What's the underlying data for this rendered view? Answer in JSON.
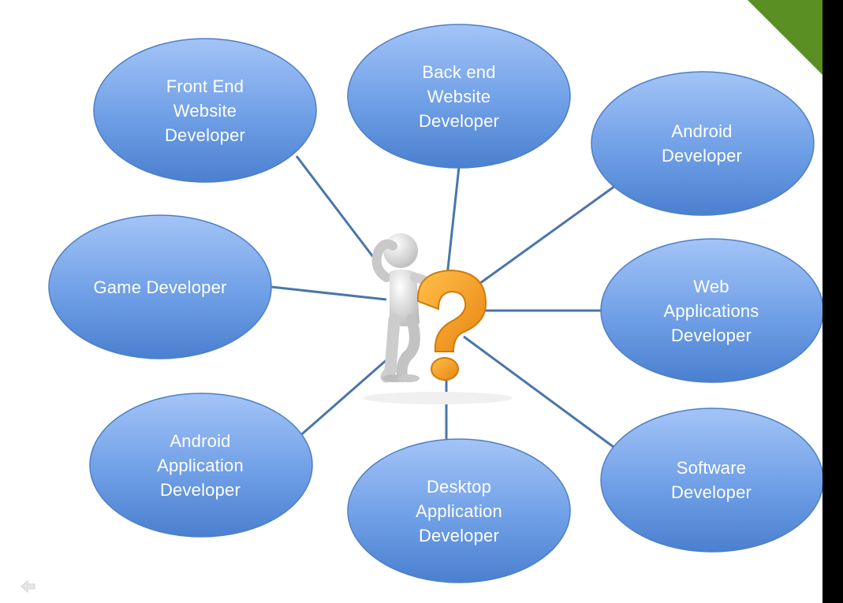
{
  "diagram": {
    "center_icon": "thinking-person-with-question-mark",
    "accent_color": "#5a8f24",
    "bubble_color_top": "#9cc0f5",
    "bubble_color_bottom": "#4f86d3",
    "connector_color": "#4a76a8",
    "nodes": [
      {
        "id": "front-end-website-developer",
        "label": "Front End\nWebsite\nDeveloper"
      },
      {
        "id": "back-end-website-developer",
        "label": "Back end\nWebsite\nDeveloper"
      },
      {
        "id": "android-developer",
        "label": "Android\nDeveloper"
      },
      {
        "id": "game-developer",
        "label": "Game Developer"
      },
      {
        "id": "web-applications-developer",
        "label": "Web\nApplications\nDeveloper"
      },
      {
        "id": "android-application-developer",
        "label": "Android\nApplication\nDeveloper"
      },
      {
        "id": "desktop-application-developer",
        "label": "Desktop\nApplication\nDeveloper"
      },
      {
        "id": "software-developer",
        "label": "Software\nDeveloper"
      }
    ]
  }
}
